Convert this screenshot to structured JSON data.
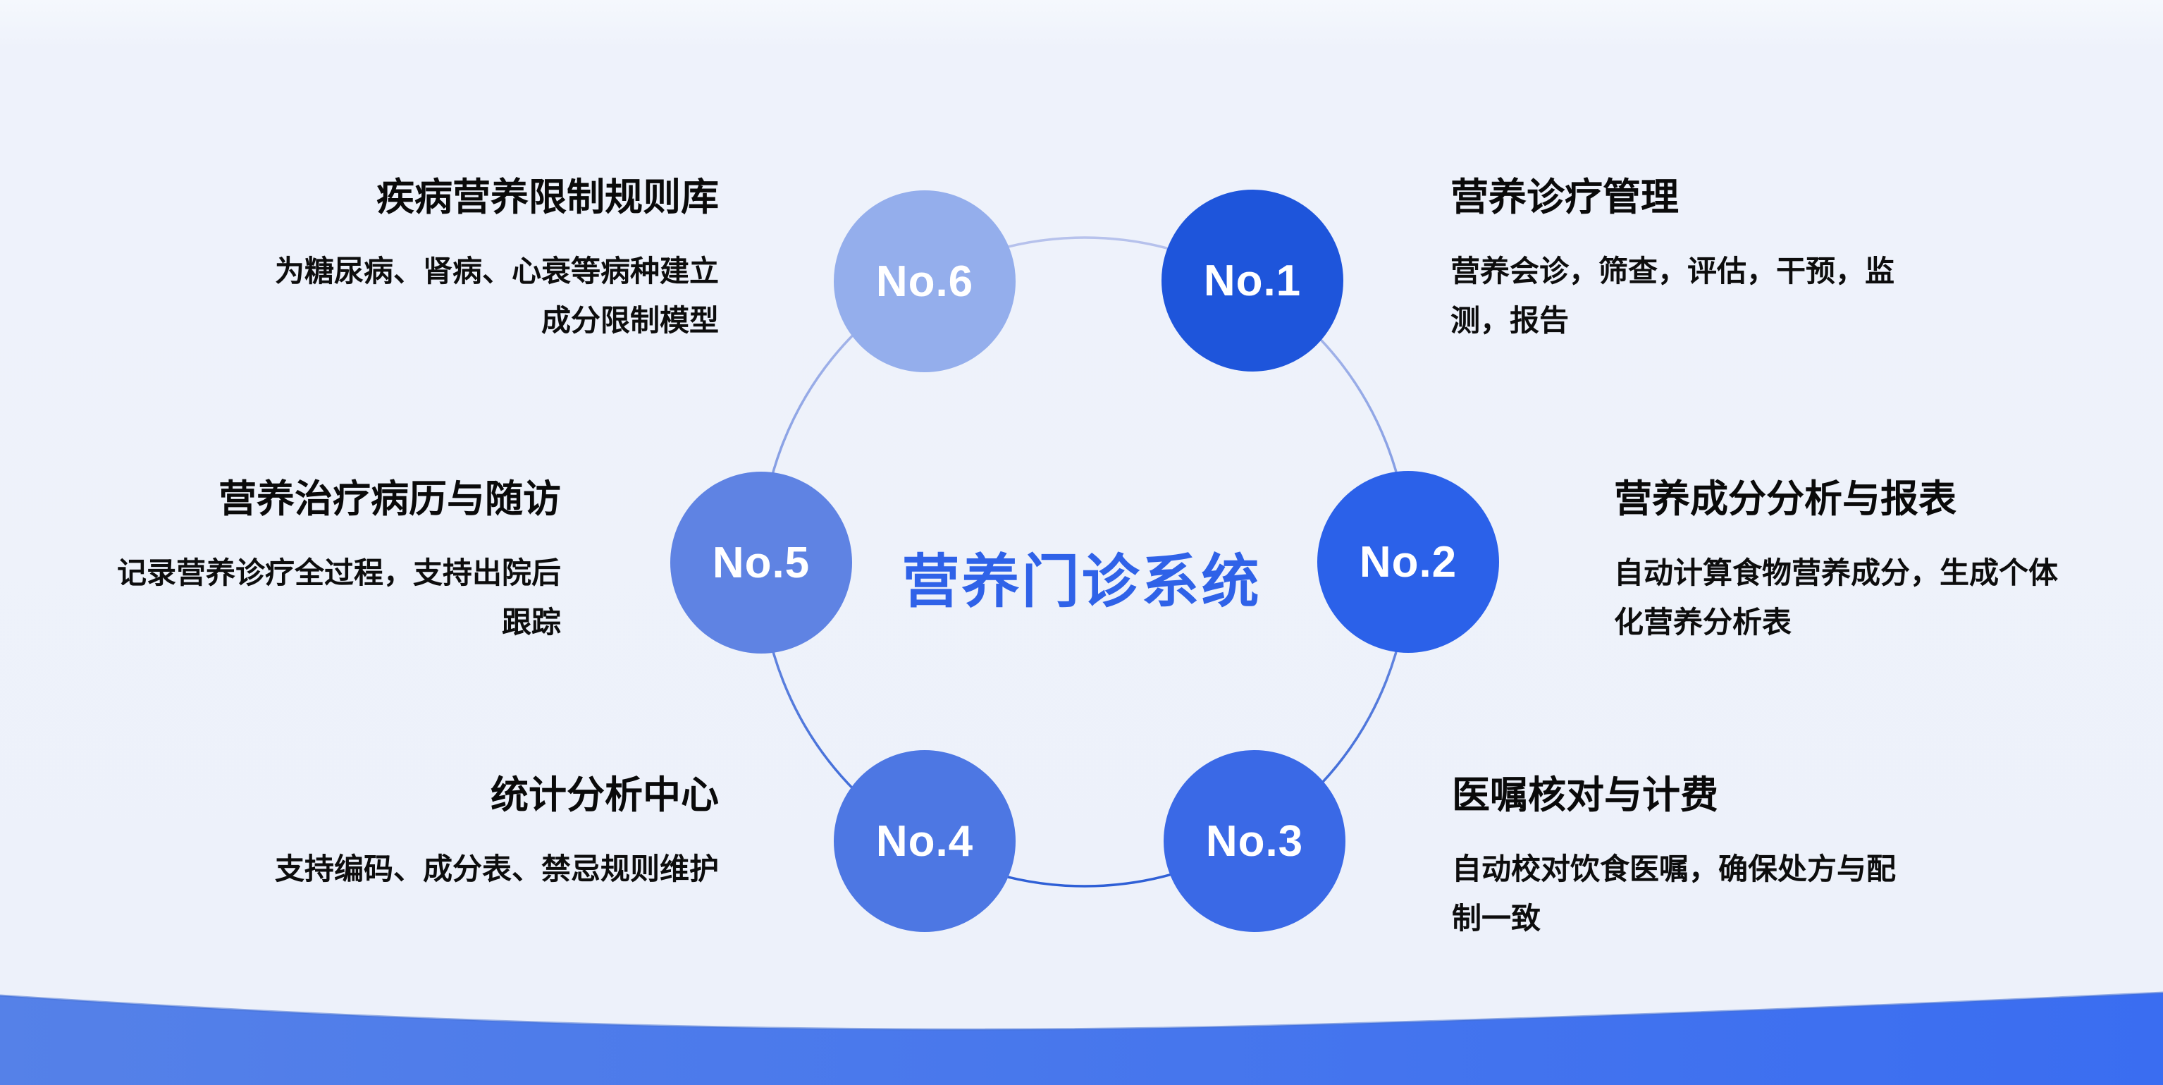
{
  "slide": {
    "center_title": "营养门诊系统",
    "accent_color": "#2F62E8",
    "background_color": "#EEF2FB"
  },
  "nodes": [
    {
      "label": "No.1",
      "color": "#1E55DB"
    },
    {
      "label": "No.2",
      "color": "#2B61E9"
    },
    {
      "label": "No.3",
      "color": "#3A69E6"
    },
    {
      "label": "No.4",
      "color": "#4D77E3"
    },
    {
      "label": "No.5",
      "color": "#5F83E3"
    },
    {
      "label": "No.6",
      "color": "#94AEEC"
    }
  ],
  "sections": [
    {
      "id": "No.1",
      "title": "营养诊疗管理",
      "desc_line1": "营养会诊，筛查，评估，干预，监",
      "desc_line2": "测，报告"
    },
    {
      "id": "No.2",
      "title": "营养成分分析与报表",
      "desc_line1": "自动计算食物营养成分，生成个体",
      "desc_line2": "化营养分析表"
    },
    {
      "id": "No.3",
      "title": "医嘱核对与计费",
      "desc_line1": "自动校对饮食医嘱，确保处方与配",
      "desc_line2": "制一致"
    },
    {
      "id": "No.4",
      "title": "统计分析中心",
      "desc_line1": "支持编码、成分表、禁忌规则维护",
      "desc_line2": ""
    },
    {
      "id": "No.5",
      "title": "营养治疗病历与随访",
      "desc_line1": "记录营养诊疗全过程，支持出院后",
      "desc_line2": "跟踪"
    },
    {
      "id": "No.6",
      "title": "疾病营养限制规则库",
      "desc_line1": "为糖尿病、肾病、心衰等病种建立",
      "desc_line2": "成分限制模型"
    }
  ],
  "decor": {
    "ring_top_color": "#B7C2EC",
    "ring_bottom_color": "#2E5FD6",
    "wave_left_color": "#5581E8",
    "wave_right_color": "#3A6DF1",
    "wave_edge_color": "#4470D4"
  }
}
